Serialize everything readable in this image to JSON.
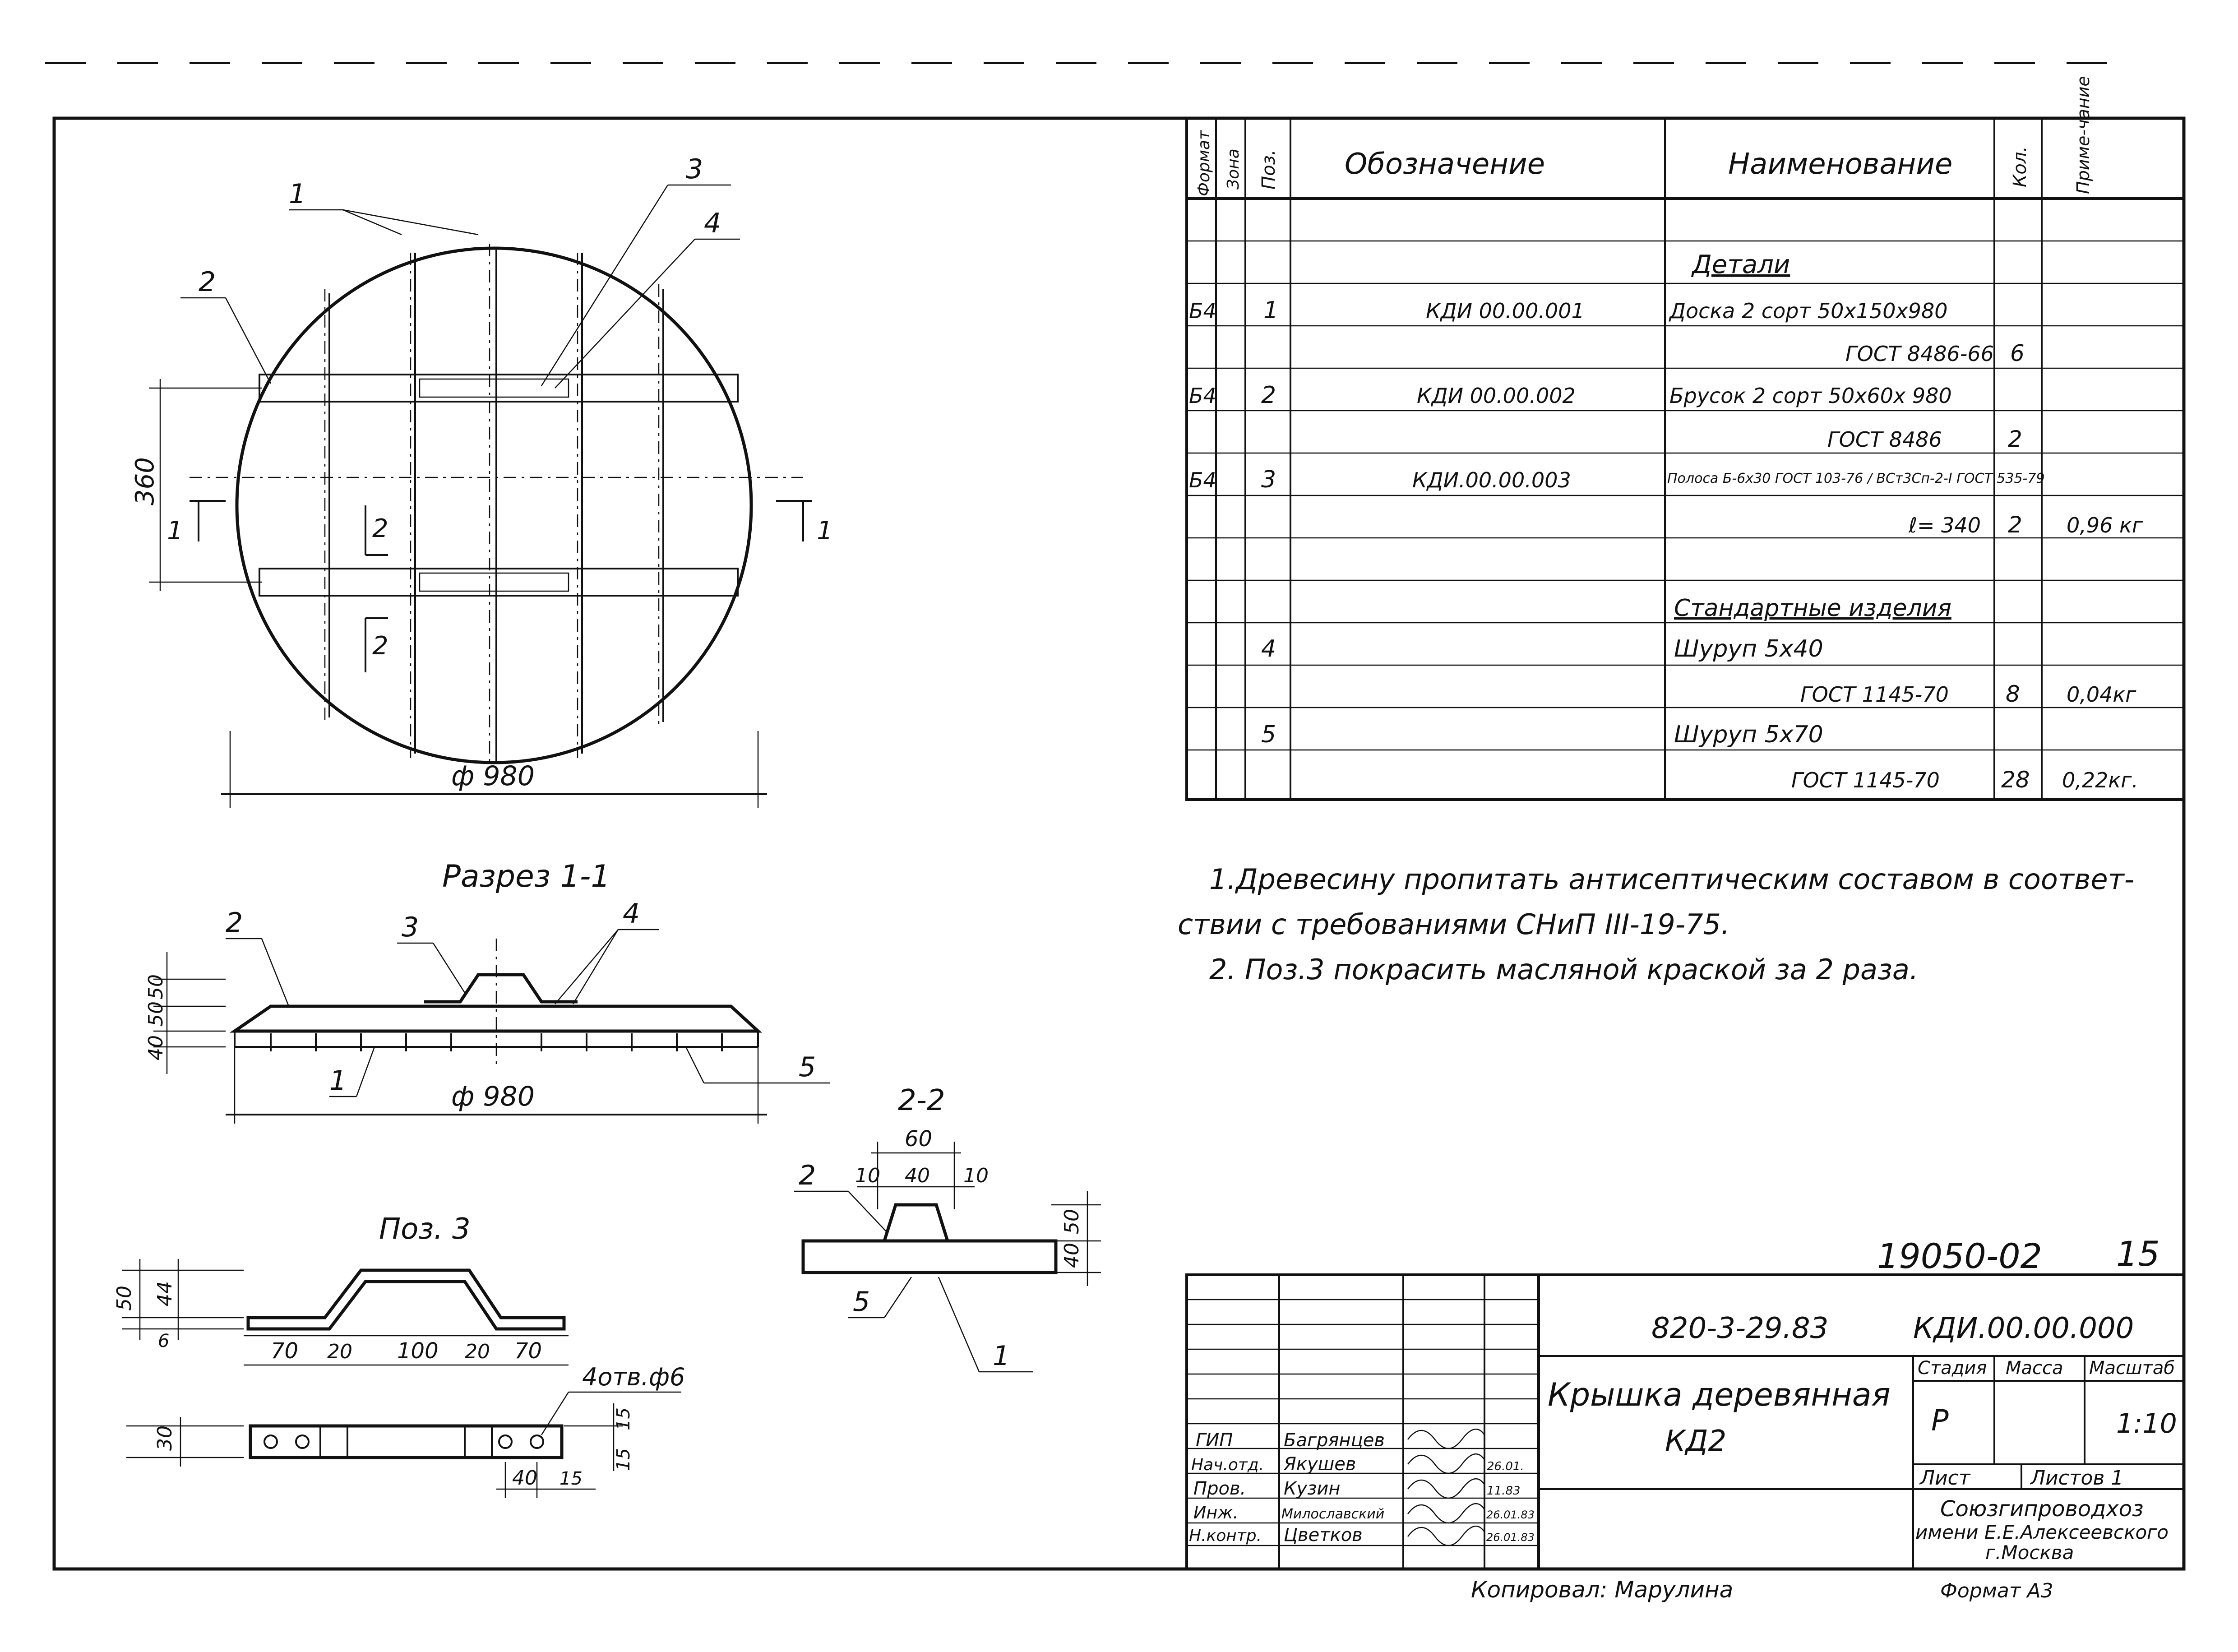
{
  "plan": {
    "leaders": [
      "1",
      "2",
      "3",
      "4"
    ],
    "dim_360": "360",
    "dim_diam": "ф 980",
    "section_mark_left": "1",
    "section_mark_right": "1",
    "section_22_top": "2",
    "section_22_bottom": "2"
  },
  "section11": {
    "title": "Разрез 1-1",
    "dims_left": [
      "50",
      "50",
      "40"
    ],
    "leaders": [
      "2",
      "3",
      "4",
      "1",
      "5"
    ],
    "dim_diam": "ф 980"
  },
  "section22": {
    "title": "2-2",
    "dim_60": "60",
    "dim_10a": "10",
    "dim_40": "40",
    "dim_10b": "10",
    "dim_50": "50",
    "dim_40v": "40",
    "leaders": [
      "2",
      "5",
      "1"
    ]
  },
  "pos3": {
    "title": "Поз. 3",
    "dims_left": [
      "50",
      "44",
      "6"
    ],
    "dims_bottom": [
      "70",
      "20",
      "100",
      "20",
      "70"
    ],
    "holes_note": "4отв.ф6",
    "dim_30": "30",
    "dim_15a": "15",
    "dim_15b": "15",
    "dim_40": "40",
    "dim_15c": "15"
  },
  "spec": {
    "headers": [
      "Формат",
      "Зона",
      "Поз.",
      "Обозначение",
      "Наименование",
      "Кол.",
      "Приме-чание"
    ],
    "rows": [
      {
        "fmt": "",
        "zone": "",
        "pos": "",
        "code": "",
        "name": "",
        "qty": "",
        "note": ""
      },
      {
        "fmt": "",
        "zone": "",
        "pos": "",
        "code": "",
        "name": "Детали",
        "qty": "",
        "note": ""
      },
      {
        "fmt": "Б4",
        "zone": "",
        "pos": "1",
        "code": "КДИ 00.00.001",
        "name": "Доска 2 сорт 50х150х980",
        "qty": "",
        "note": ""
      },
      {
        "fmt": "",
        "zone": "",
        "pos": "",
        "code": "",
        "name": "ГОСТ 8486-66",
        "qty": "6",
        "note": ""
      },
      {
        "fmt": "Б4",
        "zone": "",
        "pos": "2",
        "code": "КДИ 00.00.002",
        "name": "Брусок 2 сорт 50х60х 980",
        "qty": "",
        "note": ""
      },
      {
        "fmt": "",
        "zone": "",
        "pos": "",
        "code": "",
        "name": "ГОСТ 8486",
        "qty": "2",
        "note": ""
      },
      {
        "fmt": "Б4",
        "zone": "",
        "pos": "3",
        "code": "КДИ.00.00.003",
        "name": "Полоса Б-6х30 ГОСТ 103-76 / ВСт3Сп-2-I ГОСТ 535-79",
        "qty": "",
        "note": ""
      },
      {
        "fmt": "",
        "zone": "",
        "pos": "",
        "code": "",
        "name": "ℓ= 340",
        "qty": "2",
        "note": "0,96 кг"
      },
      {
        "fmt": "",
        "zone": "",
        "pos": "",
        "code": "",
        "name": "",
        "qty": "",
        "note": ""
      },
      {
        "fmt": "",
        "zone": "",
        "pos": "",
        "code": "",
        "name": "Стандартные изделия",
        "qty": "",
        "note": ""
      },
      {
        "fmt": "",
        "zone": "",
        "pos": "4",
        "code": "",
        "name": "Шуруп 5х40",
        "qty": "",
        "note": ""
      },
      {
        "fmt": "",
        "zone": "",
        "pos": "",
        "code": "",
        "name": "ГОСТ 1145-70",
        "qty": "8",
        "note": "0,04кг"
      },
      {
        "fmt": "",
        "zone": "",
        "pos": "5",
        "code": "",
        "name": "Шуруп 5х70",
        "qty": "",
        "note": ""
      },
      {
        "fmt": "",
        "zone": "",
        "pos": "",
        "code": "",
        "name": "ГОСТ 1145-70",
        "qty": "28",
        "note": "0,22кг."
      }
    ]
  },
  "notes": [
    "1.Древесину пропитать антисептическим составом в соответ-",
    "ствии с требованиями СНиП III-19-75.",
    "2. Поз.3 покрасить масляной краской за 2 раза."
  ],
  "title_block": {
    "archive_no": "19050-02",
    "sheet_corner": "15",
    "project_code": "820-3-29.83",
    "doc_code": "КДИ.00.00.000",
    "name_line1": "Крышка деревянная",
    "name_line2": "КД2",
    "stage_label": "Стадия",
    "mass_label": "Масса",
    "scale_label": "Масштаб",
    "stage": "Р",
    "scale": "1:10",
    "sheet_label": "Лист",
    "sheets_label": "Листов 1",
    "org_line1": "Союзгипроводхоз",
    "org_line2": "имени Е.Е.Алексеевского",
    "org_line3": "г.Москва",
    "signers": [
      {
        "role": "ГИП",
        "name": "Багрянцев",
        "date": ""
      },
      {
        "role": "Нач.отд.",
        "name": "Якушев",
        "date": "26.01."
      },
      {
        "role": "Пров.",
        "name": "Кузин",
        "date": "11.83"
      },
      {
        "role": "Инж.",
        "name": "Милославский",
        "date": "26.01.83"
      },
      {
        "role": "Н.контр.",
        "name": "Цветков",
        "date": "26.01.83"
      }
    ]
  },
  "footer": {
    "copied_by": "Копировал: Марулина",
    "format": "Формат А3"
  }
}
